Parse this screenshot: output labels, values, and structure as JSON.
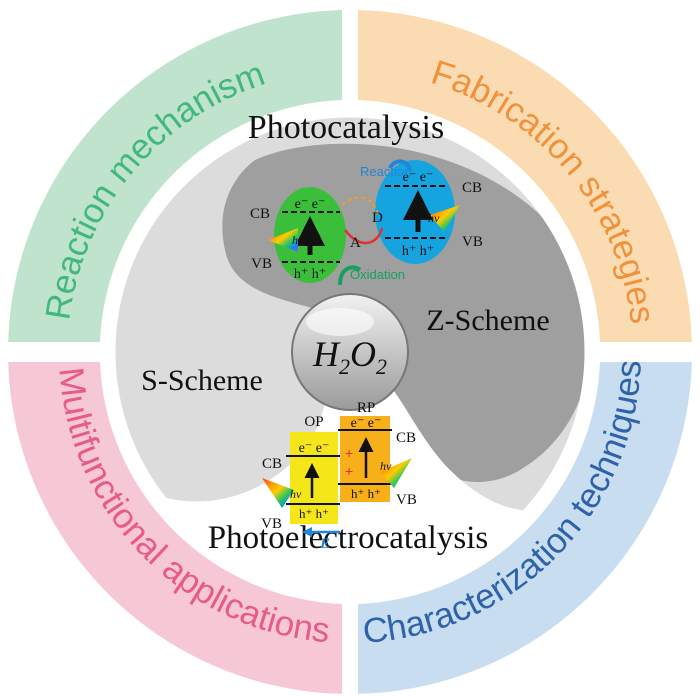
{
  "outer_ring": {
    "top_left": {
      "label": "Reaction mechanism",
      "color": "#42b97c",
      "fill": "#bfe3cc"
    },
    "top_right": {
      "label": "Fabrication strategies",
      "color": "#f0923c",
      "fill": "#fbdcb2"
    },
    "bottom_left": {
      "label": "Multifunctional applications",
      "color": "#e85a88",
      "fill": "#f6c8d6"
    },
    "bottom_right": {
      "label": "Characterization techniques",
      "color": "#2f63a8",
      "fill": "#c8ddf0"
    }
  },
  "inner": {
    "top_title": "Photocatalysis",
    "bottom_title": "Photoelectrocatalysis",
    "z_scheme": "Z-Scheme",
    "s_scheme": "S-Scheme",
    "center": {
      "base": "H",
      "sub1": "2",
      "mid": "O",
      "sub2": "2"
    }
  },
  "z_diagram": {
    "left_cb": "CB",
    "left_vb": "VB",
    "right_cb": "CB",
    "right_vb": "VB",
    "electrons": "e⁻ e⁻",
    "holes": "h⁺ h⁺",
    "hv": "hv",
    "donor": "D",
    "acceptor": "A",
    "reaction": "Reaction",
    "oxidation": "Oxidation"
  },
  "s_diagram": {
    "op": "OP",
    "rp": "RP",
    "left_cb": "CB",
    "left_vb": "VB",
    "right_cb": "CB",
    "right_vb": "VB",
    "electrons": "e⁻ e⁻",
    "holes": "h⁺ h⁺",
    "hv": "hv",
    "field": "E"
  }
}
